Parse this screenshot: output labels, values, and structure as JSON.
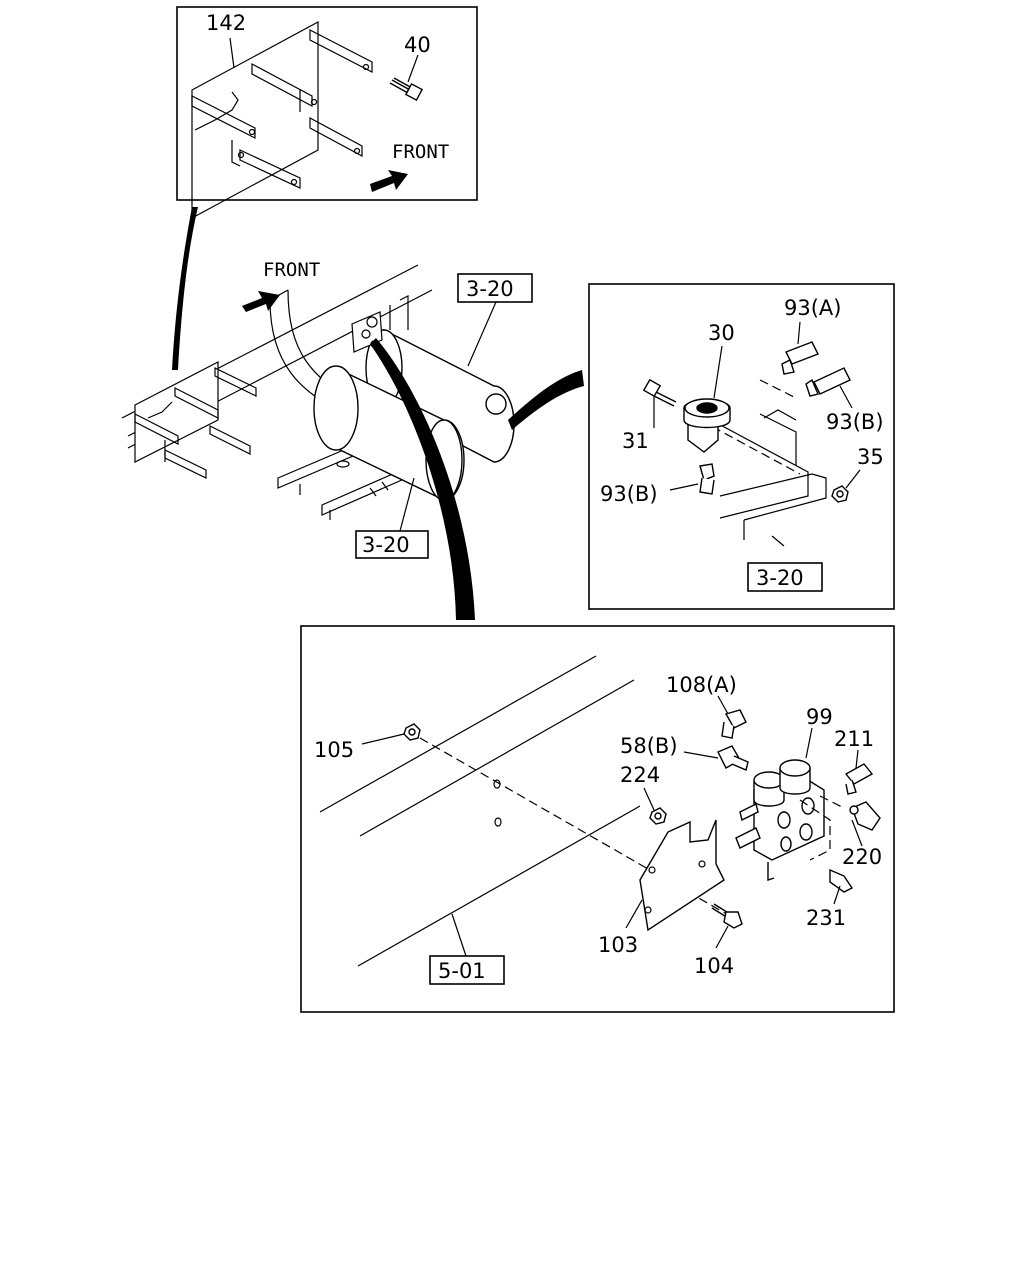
{
  "labels": {
    "inset_top": {
      "part_142": "142",
      "part_40": "40",
      "front": "FRONT"
    },
    "main": {
      "front": "FRONT",
      "ref_upper": "3-20",
      "ref_lower": "3-20"
    },
    "inset_right": {
      "part_93a": "93(A)",
      "part_30": "30",
      "part_93b_right": "93(B)",
      "part_31": "31",
      "part_35": "35",
      "part_93b_left": "93(B)",
      "ref": "3-20"
    },
    "inset_bottom": {
      "part_108a": "108(A)",
      "part_99": "99",
      "part_211": "211",
      "part_105": "105",
      "part_58b": "58(B)",
      "part_224": "224",
      "part_220": "220",
      "part_231": "231",
      "part_103": "103",
      "part_104": "104",
      "ref": "5-01"
    }
  }
}
